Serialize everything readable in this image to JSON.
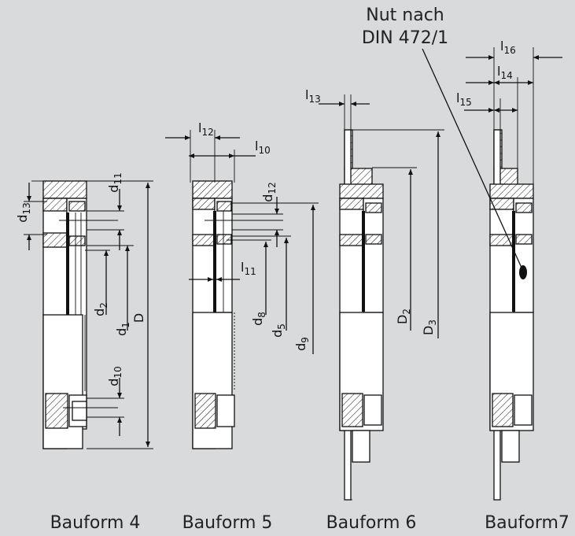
{
  "note": {
    "line1": "Nut nach",
    "line2": "DIN 472/1"
  },
  "captions": [
    "Bauform 4",
    "Bauform 5",
    "Bauform 6",
    "Bauform7"
  ],
  "dims": {
    "d13": {
      "b": "d",
      "s": "13"
    },
    "d11": {
      "b": "d",
      "s": "11"
    },
    "d2a": {
      "b": "d",
      "s": "2"
    },
    "d1": {
      "b": "d",
      "s": "1"
    },
    "D": {
      "b": "D",
      "s": ""
    },
    "d10": {
      "b": "d",
      "s": "10"
    },
    "l12": {
      "b": "l",
      "s": "12"
    },
    "l10": {
      "b": "l",
      "s": "10"
    },
    "d12": {
      "b": "d",
      "s": "12"
    },
    "l11": {
      "b": "l",
      "s": "11"
    },
    "d8": {
      "b": "d",
      "s": "8"
    },
    "d5": {
      "b": "d",
      "s": "5"
    },
    "d9": {
      "b": "d",
      "s": "9"
    },
    "l13": {
      "b": "l",
      "s": "13"
    },
    "D2": {
      "b": "D",
      "s": "2"
    },
    "D3": {
      "b": "D",
      "s": "3"
    },
    "l16": {
      "b": "l",
      "s": "16"
    },
    "l14": {
      "b": "l",
      "s": "14"
    },
    "l15": {
      "b": "l",
      "s": "15"
    }
  }
}
